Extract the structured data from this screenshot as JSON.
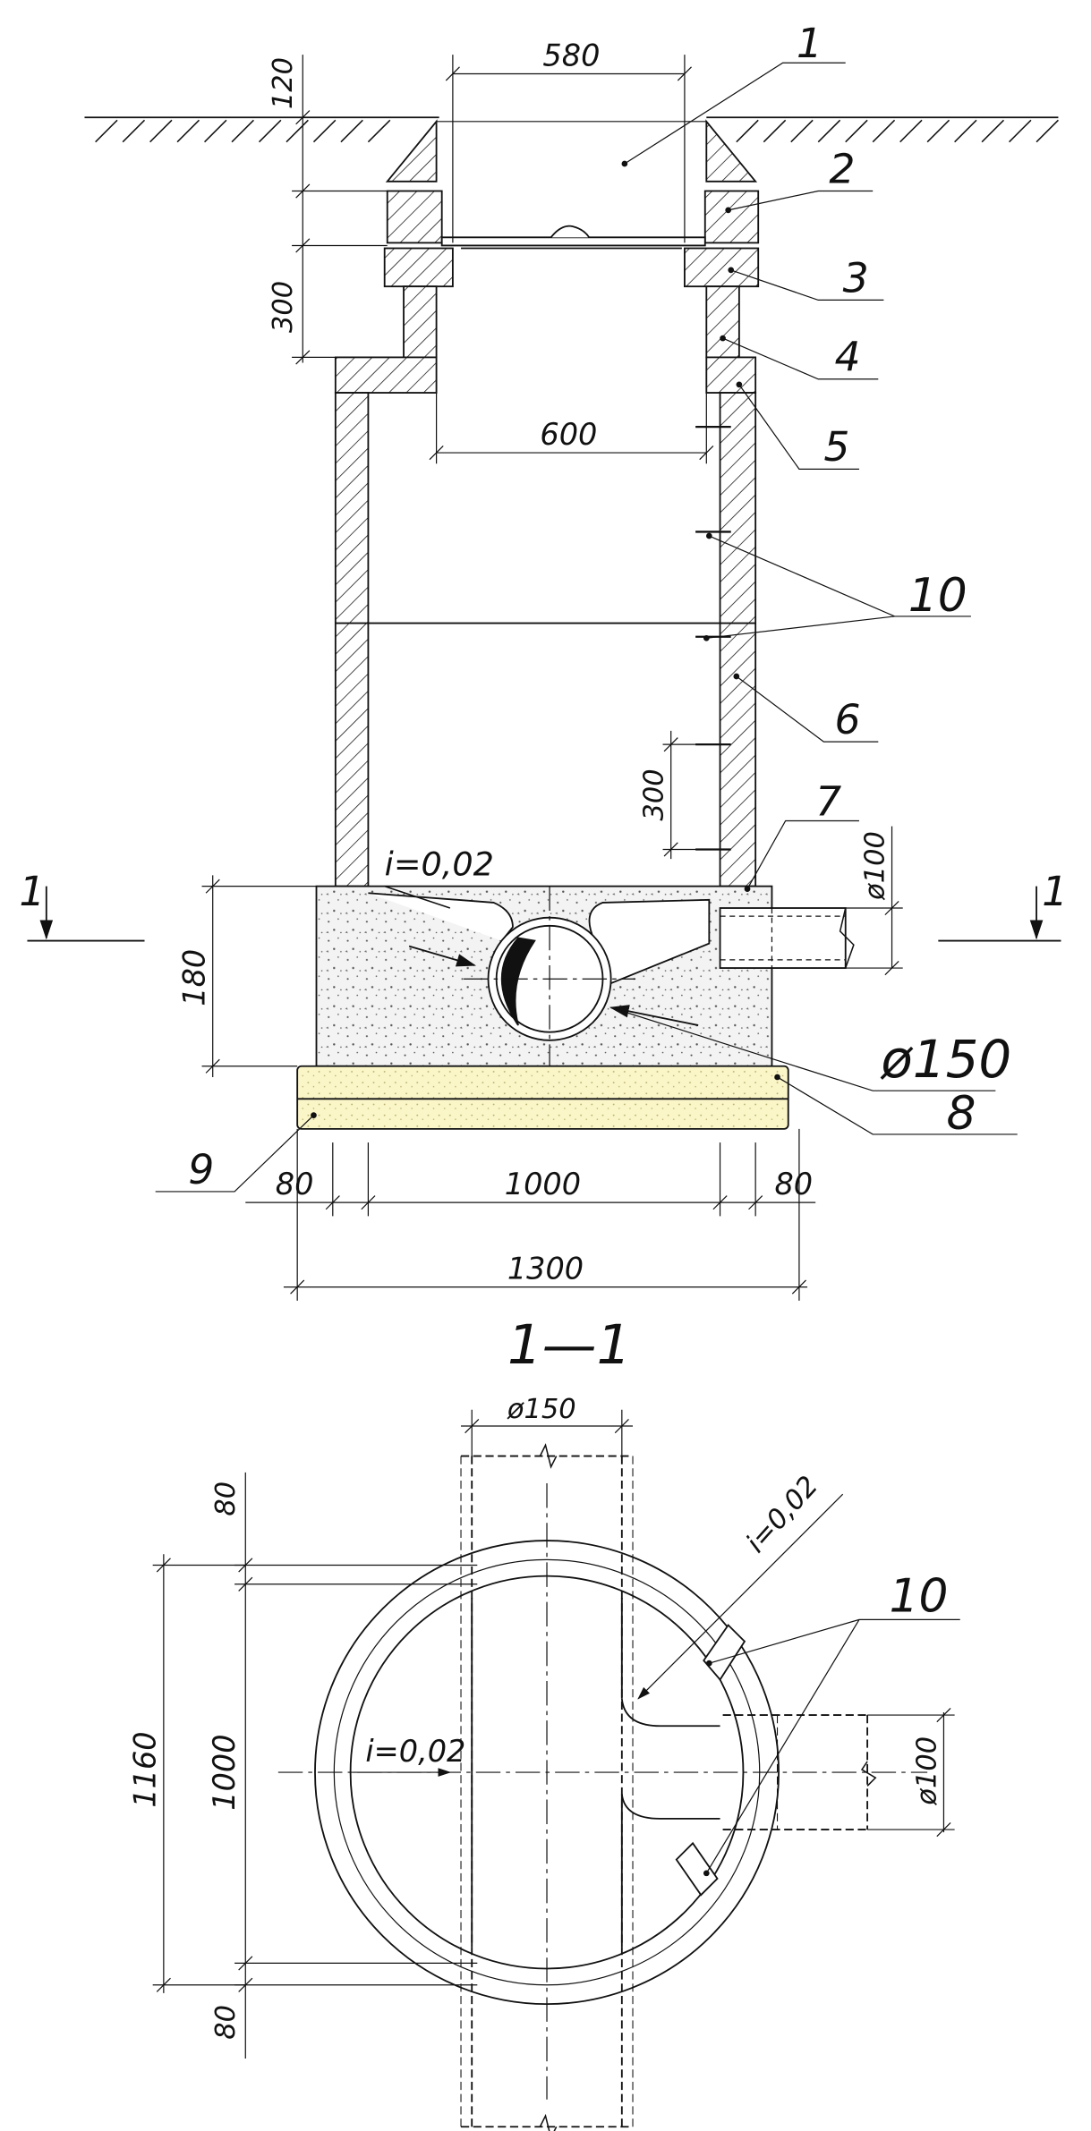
{
  "dimensions": {
    "top_offset": "120",
    "opening_top": "580",
    "neck_height": "300",
    "opening_inner": "600",
    "step_spacing": "300",
    "base_height": "180",
    "outlet_dia": "ø100",
    "main_pipe": "ø150",
    "wall_left": "80",
    "inner_width": "1000",
    "wall_right": "80",
    "total_width": "1300",
    "plan_pipe_dia": "ø150",
    "plan_wall_top": "80",
    "plan_total": "1160",
    "plan_inner": "1000",
    "plan_wall_bottom": "80",
    "plan_outlet_dia": "ø100"
  },
  "slopes": {
    "section": "i=0,02",
    "plan_channel": "i=0,02",
    "plan_branch": "i=0,02"
  },
  "callouts": {
    "c1": "1",
    "c2": "2",
    "c3": "3",
    "c4": "4",
    "c5": "5",
    "c6": "6",
    "c7": "7",
    "c8": "8",
    "c9": "9",
    "c10": "10",
    "c10_plan": "10"
  },
  "section_marks": {
    "left": "1",
    "right": "1",
    "title": "1—1"
  },
  "colors": {
    "line": "#111111",
    "concrete_fill": "#f2f2f2",
    "sand_fill": "#fbf6c8",
    "background": "#ffffff"
  }
}
